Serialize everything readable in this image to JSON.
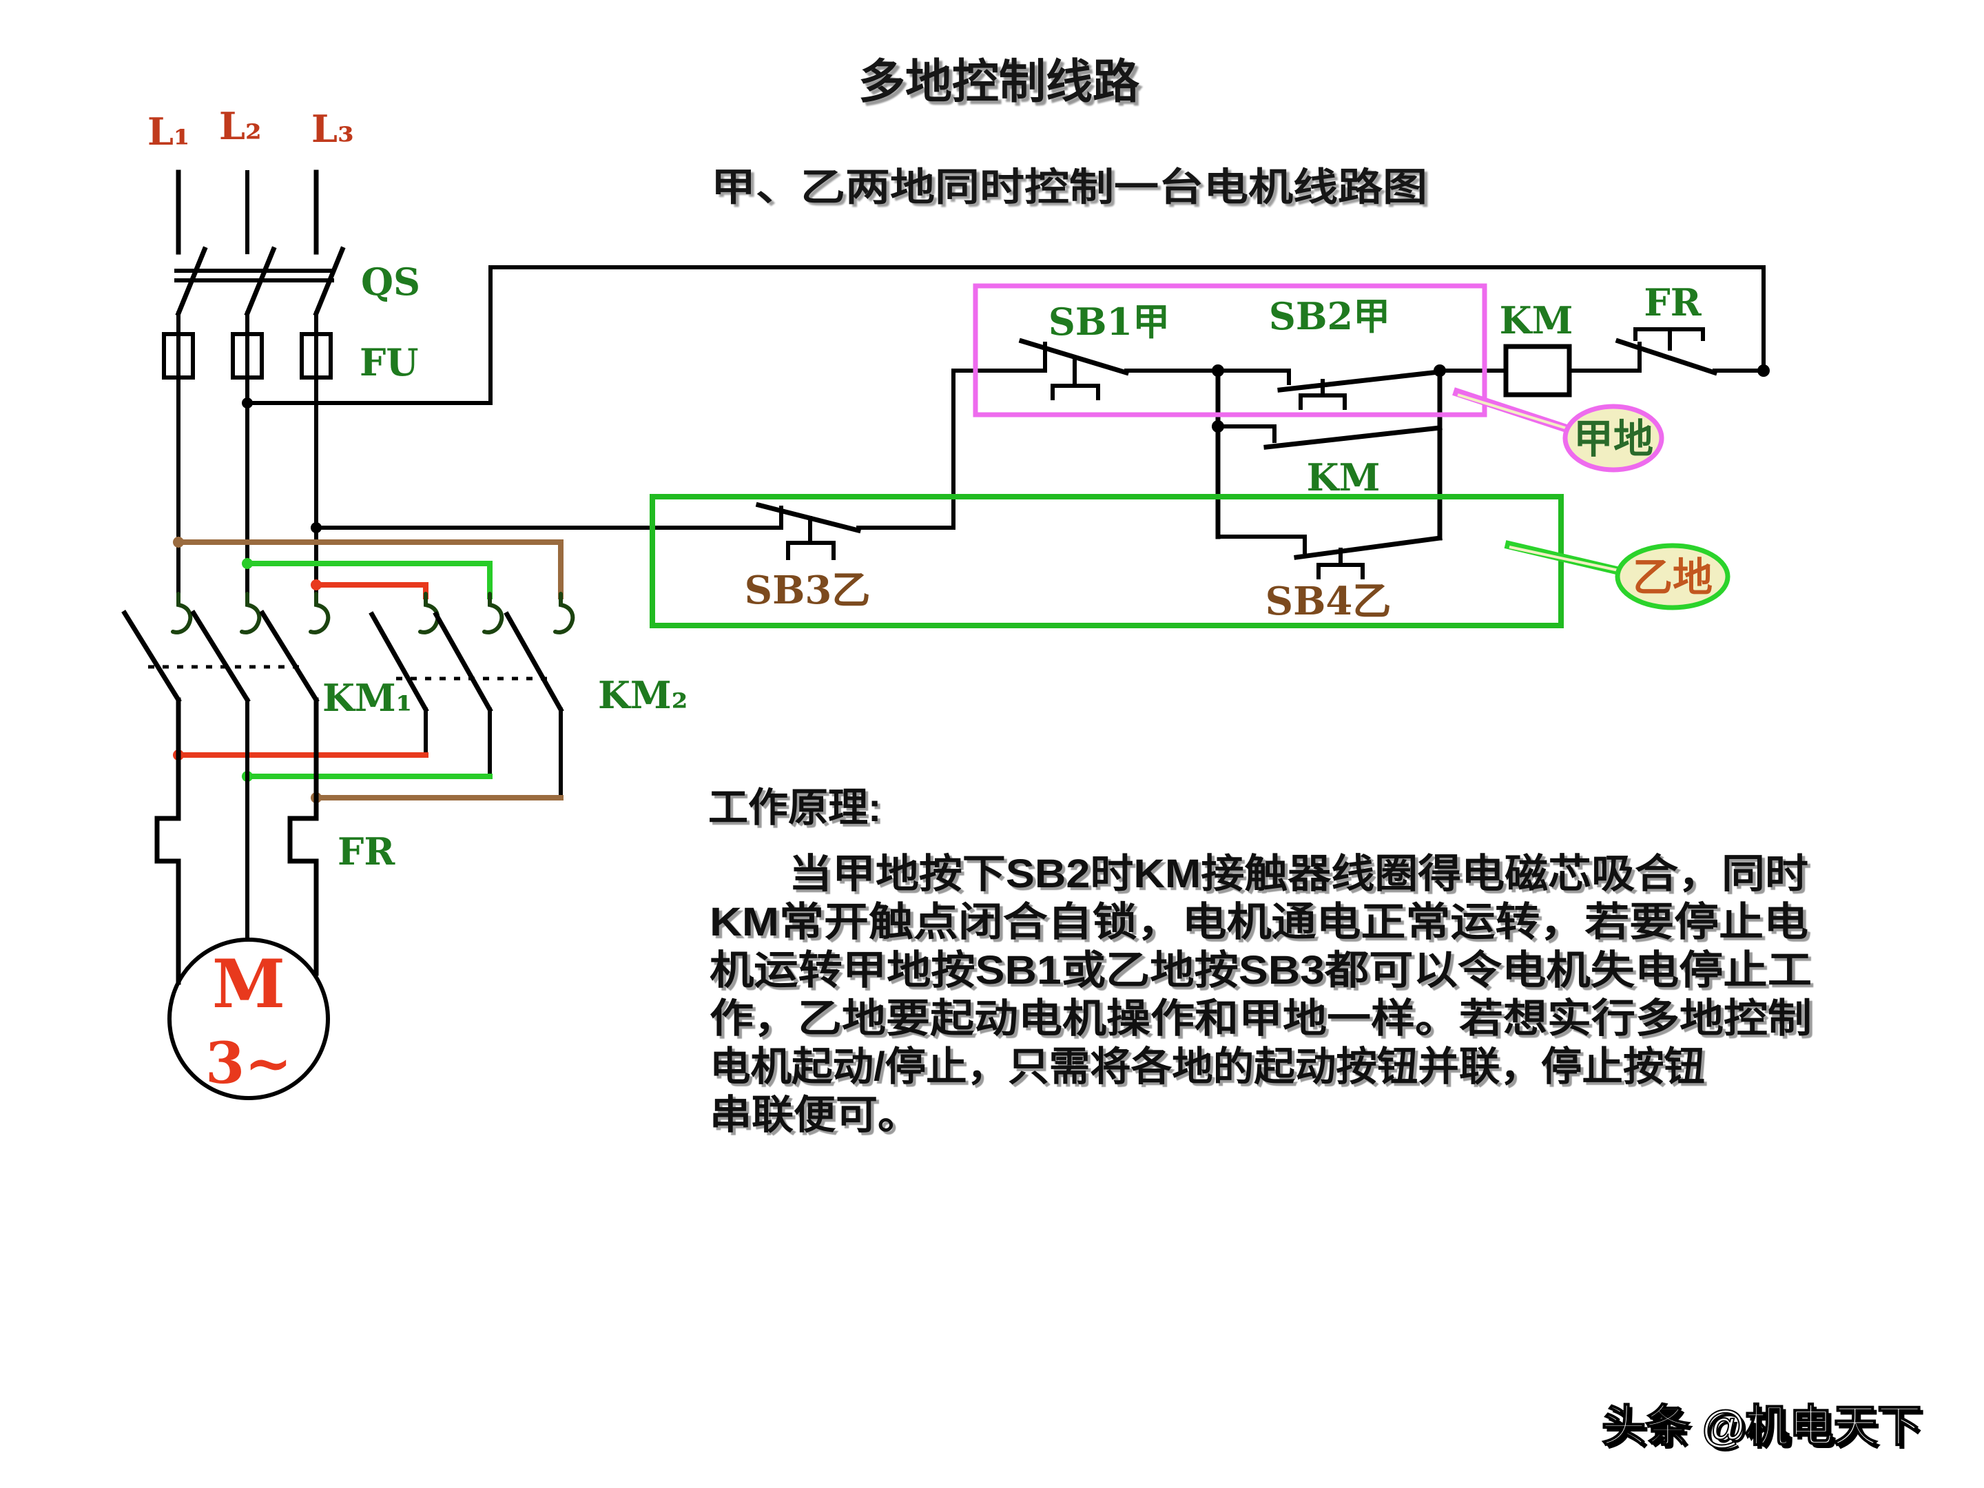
{
  "title": "多地控制线路",
  "subtitle": "甲、乙两地同时控制一台电机线路图",
  "power_circuit": {
    "phase_labels": [
      "L₁",
      "L₂",
      "L₃"
    ],
    "disconnect_switch_label": "QS",
    "fuse_label": "FU",
    "contactor1_label": "KM₁",
    "contactor2_label": "KM₂",
    "thermal_relay_label": "FR",
    "motor_letter": "M",
    "motor_phase": "3~"
  },
  "control_circuit": {
    "stop_button_a_label": "SB1甲",
    "start_button_a_label": "SB2甲",
    "selflock_contact_label": "KM",
    "coil_label": "KM",
    "thermal_contact_label": "FR",
    "stop_button_b_label": "SB3乙",
    "start_button_b_label": "SB4乙",
    "station_a_callout": "甲地",
    "station_b_callout": "乙地"
  },
  "principle": {
    "heading": "工作原理:",
    "line1": "当甲地按下SB2时KM接触器线圈得电磁芯吸合，同时",
    "line2": "KM常开触点闭合自锁，电机通电正常运转，若要停止电",
    "line3": "机运转甲地按SB1或乙地按SB3都可以令电机失电停止工",
    "line4": "作，乙地要起动电机操作和甲地一样。若想实行多地控制",
    "line5": "电机起动/停止，只需将各地的起动按钮并联，停止按钮",
    "line6": "串联便可。"
  },
  "watermark": "头条 @机电天下",
  "colors": {
    "wire_black": "#000000",
    "wire_red": "#e8391d",
    "wire_green": "#28cc28",
    "wire_brown": "#9a6b3f",
    "label_green": "#1f7a1f",
    "label_red_orange": "#c03a1c",
    "label_brown": "#7c4a1e",
    "station_a_box": "#ee6bee",
    "station_b_box": "#21bb21",
    "callout_fill": "#f2efc2",
    "contact_hook_green": "#1b430f",
    "motor_red": "#e8391d"
  }
}
